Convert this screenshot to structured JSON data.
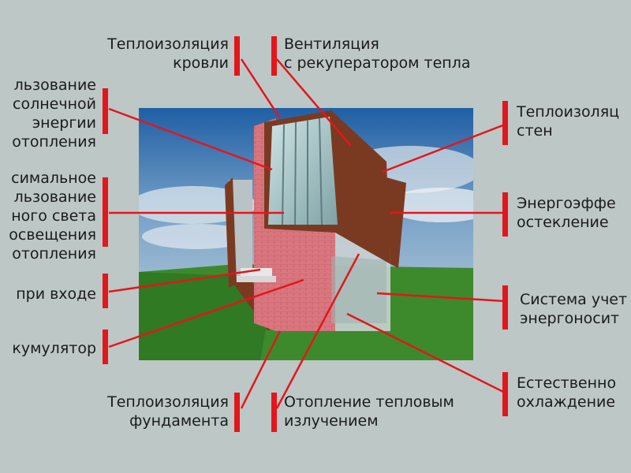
{
  "labels": {
    "roof": [
      "Теплоизоляция",
      "кровли"
    ],
    "ventilation": [
      "Вентиляция",
      "с рекуператором тепла"
    ],
    "solar": [
      "льзование",
      "солнечной",
      "энергии",
      "отопления"
    ],
    "daylight": [
      "симальное",
      "льзование",
      "ного света",
      "освещения",
      "отопления"
    ],
    "entrance": [
      "при входе"
    ],
    "accumulator": [
      "кумулятор"
    ],
    "foundation": [
      "Теплоизоляция",
      "фундамента"
    ],
    "radiant": [
      "Отопление тепловым",
      "излучением"
    ],
    "walls": [
      "Теплоизоляц",
      "стен"
    ],
    "glazing": [
      "Энергоэффе",
      "остекление"
    ],
    "metering": [
      "Система учет",
      "энергоносит"
    ],
    "cooling": [
      "Естественно",
      "охлаждение"
    ]
  },
  "colors": {
    "background": "#bcc7c6",
    "accent": "#e3161c",
    "text": "#1b1b1b",
    "brick": "#d9767e",
    "frame": "#7a3a22",
    "grass": "#3d8a2c"
  }
}
